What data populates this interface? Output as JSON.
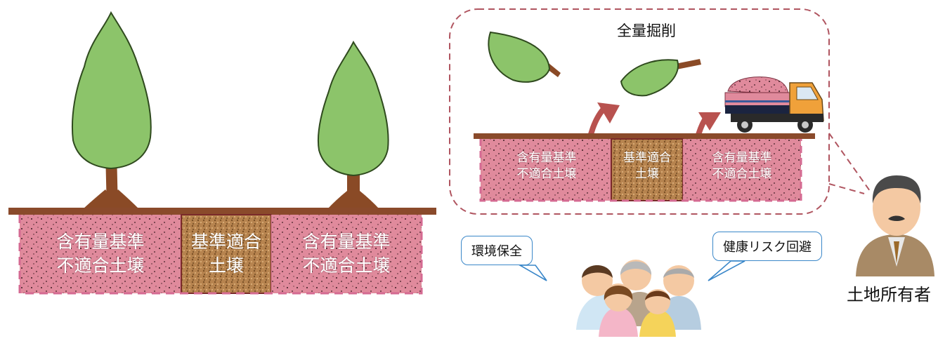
{
  "left_scene": {
    "soil_left": [
      "含有量基準",
      "不適合土壌"
    ],
    "soil_center": [
      "基準適合",
      "土壌"
    ],
    "soil_right": [
      "含有量基準",
      "不適合土壌"
    ]
  },
  "excavation_panel": {
    "title": "全量掘削",
    "soil_left": [
      "含有量基準",
      "不適合土壌"
    ],
    "soil_center": [
      "基準適合",
      "土壌"
    ],
    "soil_right": [
      "含有量基準",
      "不適合土壌"
    ]
  },
  "bubbles": {
    "environment": "環境保全",
    "health": "健康リスク回避"
  },
  "landowner_label": "土地所有者",
  "colors": {
    "contaminated_soil": "#e08a9c",
    "compliant_soil": "#b7844f",
    "ground_line": "#8a4a2b",
    "tree_leaves": "#8cc46a",
    "tree_trunk": "#8a4a26",
    "dashed_border": "#b05560",
    "bubble_border": "#3a87c9",
    "arrow": "#b8524f"
  }
}
